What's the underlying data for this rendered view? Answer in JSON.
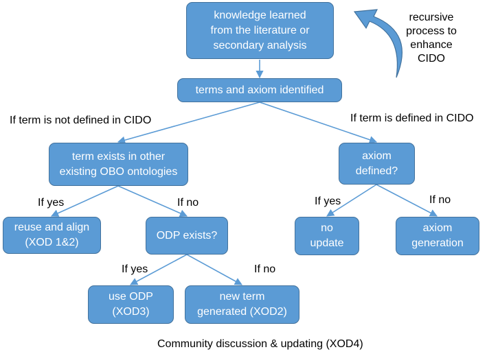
{
  "nodes": {
    "knowledge": "knowledge learned\nfrom the literature or\nsecondary analysis",
    "terms": "terms and axiom identified",
    "term_exists": "term exists in other\nexisting OBO ontologies",
    "axiom_defined": "axiom\ndefined?",
    "reuse": "reuse and align\n(XOD 1&2)",
    "odp_exists": "ODP exists?",
    "no_update": "no\nupdate",
    "axiom_generation": "axiom\ngeneration",
    "use_odp": "use ODP\n(XOD3)",
    "new_term": "new term\ngenerated (XOD2)"
  },
  "labels": {
    "recursive": "recursive\nprocess to\nenhance\nCIDO",
    "not_defined": "If term is not defined in CIDO",
    "defined": "If term is defined in CIDO",
    "yes_left": "If yes",
    "no_left": "If no",
    "yes_right": "If yes",
    "no_right": "If no",
    "yes_bottom": "If yes",
    "no_bottom": "If no",
    "footer": "Community discussion & updating (XOD4)"
  },
  "colors": {
    "box_fill": "#5b9bd5",
    "box_border": "#41719c",
    "arrow": "#5b9bd5",
    "box_text": "#ffffff",
    "label_text": "#000000"
  }
}
